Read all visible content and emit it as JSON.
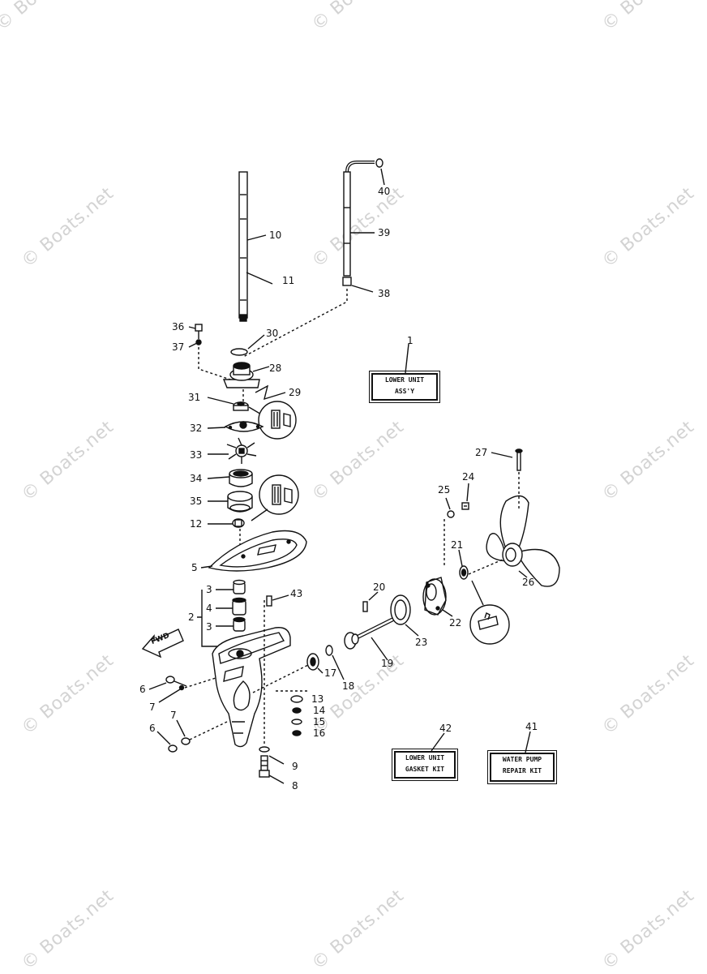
{
  "watermark": "© Boats.net",
  "callouts": {
    "c1": "1",
    "c2": "2",
    "c3a": "3",
    "c3b": "3",
    "c4": "4",
    "c5": "5",
    "c6a": "6",
    "c6b": "6",
    "c7a": "7",
    "c7b": "7",
    "c8": "8",
    "c9": "9",
    "c10": "10",
    "c11": "11",
    "c12": "12",
    "c13": "13",
    "c14": "14",
    "c15": "15",
    "c16": "16",
    "c17": "17",
    "c18": "18",
    "c19": "19",
    "c20": "20",
    "c21": "21",
    "c22": "22",
    "c23": "23",
    "c24": "24",
    "c25": "25",
    "c26": "26",
    "c27": "27",
    "c28": "28",
    "c29": "29",
    "c30": "30",
    "c31": "31",
    "c32": "32",
    "c33": "33",
    "c34": "34",
    "c35": "35",
    "c36": "36",
    "c37": "37",
    "c38": "38",
    "c39": "39",
    "c40": "40",
    "c41": "41",
    "c42": "42",
    "c43": "43"
  },
  "boxes": {
    "lower_unit_assy": {
      "line1": "LOWER UNIT",
      "line2": "ASS'Y"
    },
    "gasket_kit": {
      "line1": "LOWER UNIT",
      "line2": "GASKET KIT"
    },
    "water_pump_kit": {
      "line1": "WATER PUMP",
      "line2": "REPAIR KIT"
    }
  },
  "fwd_label": "FWD"
}
